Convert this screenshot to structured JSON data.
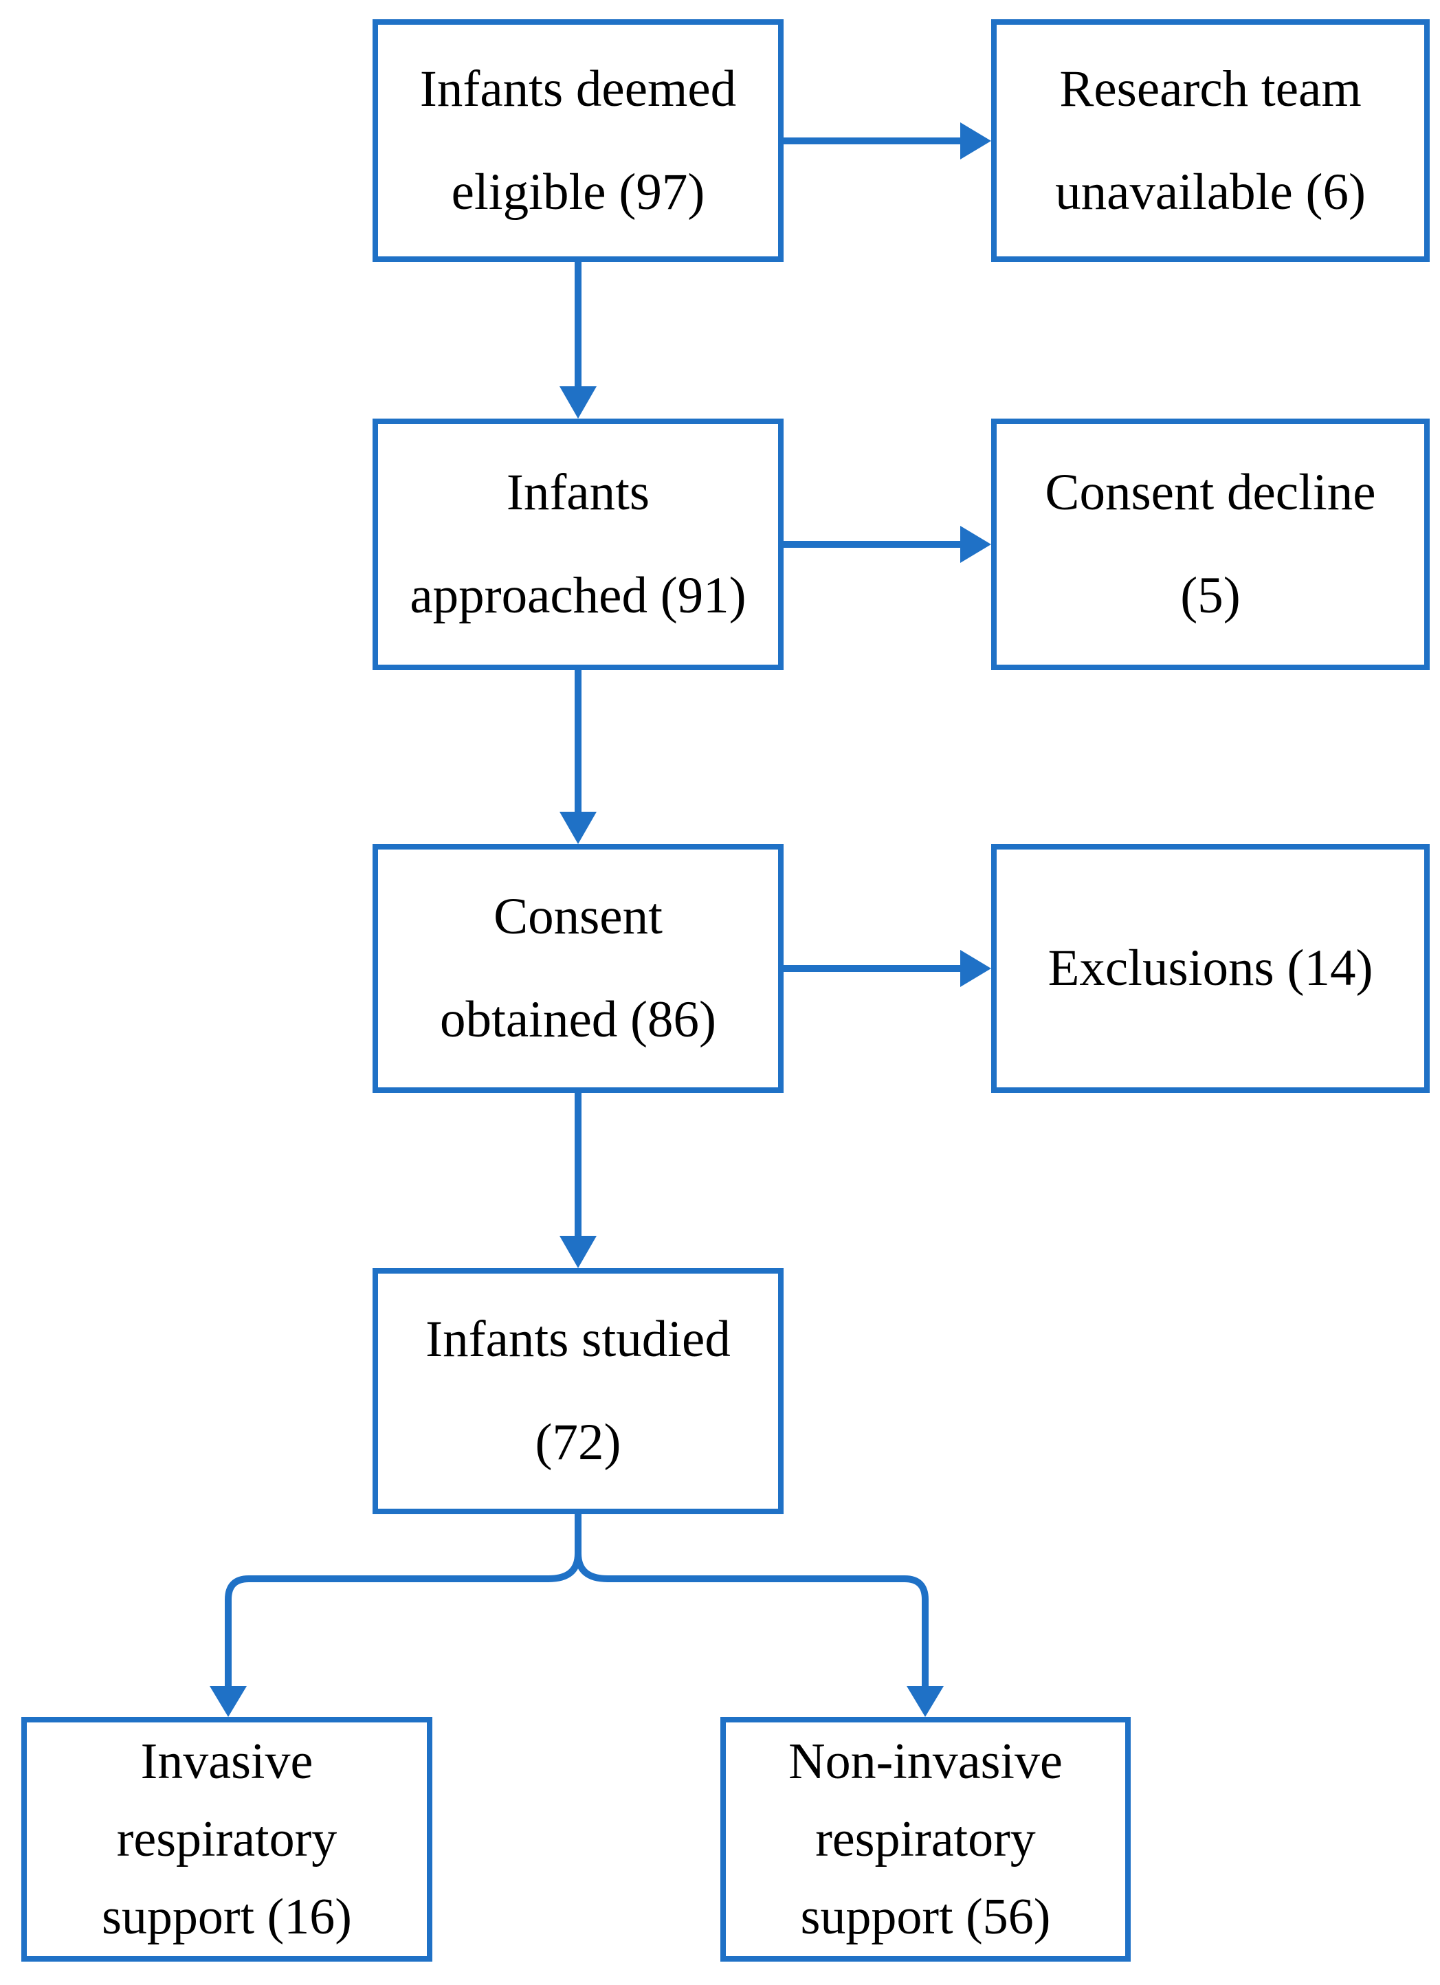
{
  "diagram": {
    "boxes": {
      "eligible": {
        "label": "Infants deemed\neligible (97)"
      },
      "research_unavailable": {
        "label": "Research team\nunavailable (6)"
      },
      "approached": {
        "label": "Infants\napproached (91)"
      },
      "consent_decline": {
        "label": "Consent decline\n(5)"
      },
      "consent_obtained": {
        "label": "Consent\nobtained (86)"
      },
      "exclusions": {
        "label": "Exclusions (14)"
      },
      "studied": {
        "label": "Infants studied\n(72)"
      },
      "invasive_support": {
        "label": "Invasive\nrespiratory\nsupport (16)"
      },
      "noninvasive_support": {
        "label": "Non-invasive\nrespiratory\nsupport (56)"
      }
    },
    "colors": {
      "line": "#1F71C6",
      "text": "#000000",
      "background": "#FFFFFF"
    }
  }
}
